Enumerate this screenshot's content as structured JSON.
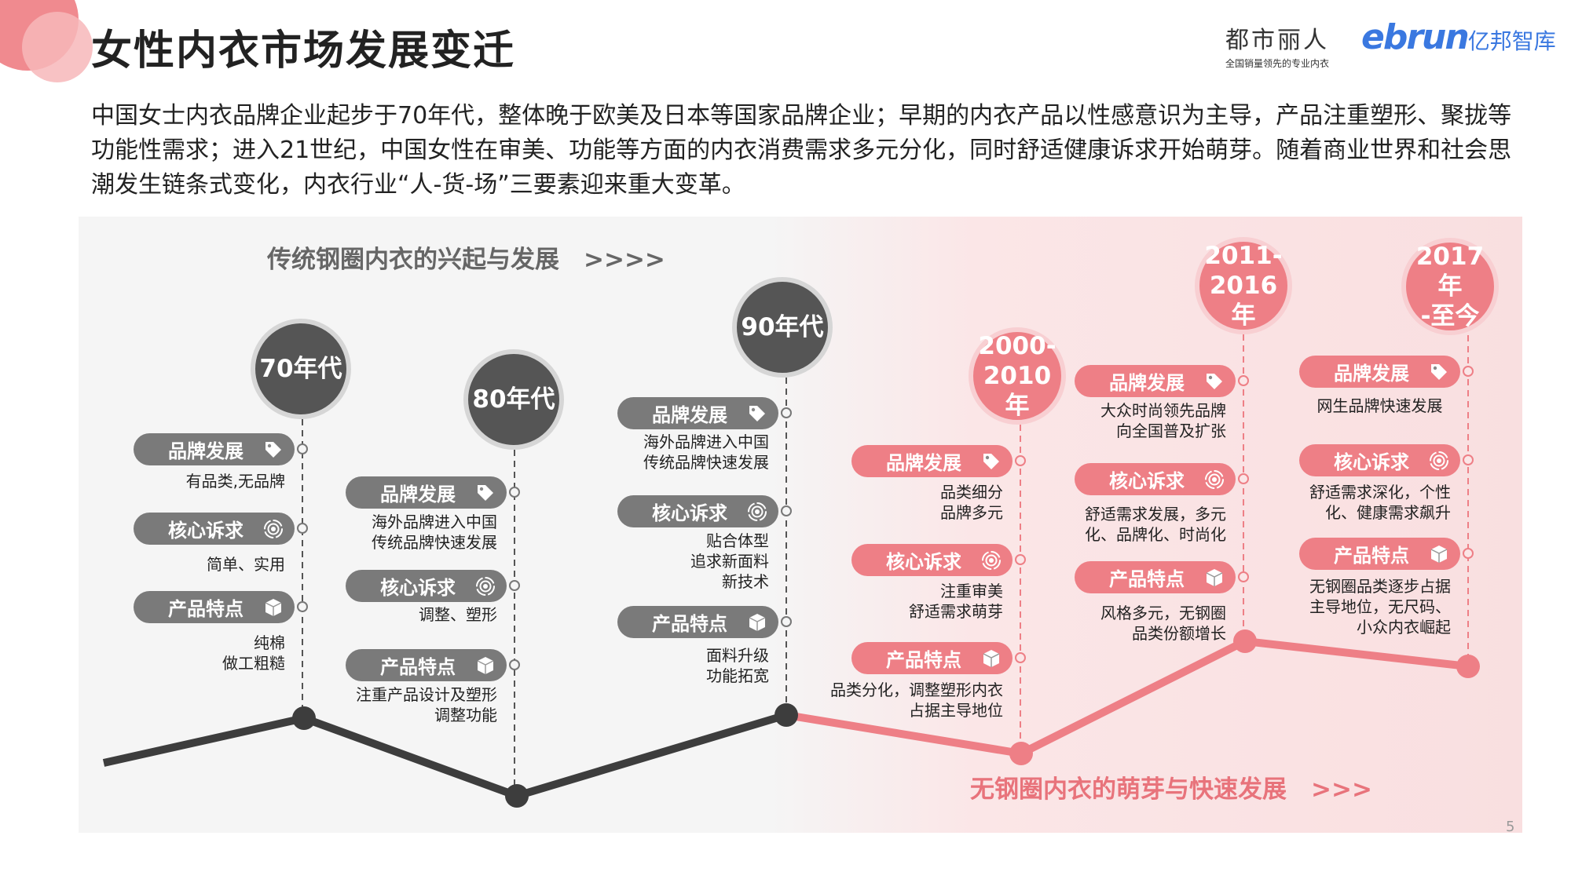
{
  "header": {
    "title": "女性内衣市场发展变迁",
    "logo_dushi": "都市丽人",
    "logo_dushi_tagline": "全国销量领先的专业内衣",
    "logo_ebrun": "ebrun",
    "logo_ebrun_cn": "亿邦智库"
  },
  "intro": "中国女士内衣品牌企业起步于70年代，整体晚于欧美及日本等国家品牌企业；早期的内衣产品以性感意识为主导，产品注重塑形、聚拢等功能性需求；进入21世纪，中国女性在审美、功能等方面的内衣消费需求多元分化，同时舒适健康诉求开始萌芽。随着商业世界和社会思潮发生链条式变化，内衣行业“人-货-场”三要素迎来重大变革。",
  "sections": {
    "traditional": "传统钢圈内衣的兴起与发展　>>>>",
    "wireless": "无钢圈内衣的萌芽与快速发展　>>>"
  },
  "page_number": "5",
  "colors": {
    "dark": "#555555",
    "pink": "#ee7f86",
    "line_dark": "#3d3d3d",
    "line_pink": "#ee7f86"
  },
  "eras": [
    {
      "label": "70年代",
      "theme": "dark",
      "items": [
        {
          "tag": "品牌发展",
          "icon": "tag-icon",
          "desc": [
            "有品类,无品牌"
          ]
        },
        {
          "tag": "核心诉求",
          "icon": "target-icon",
          "desc": [
            "简单、实用"
          ]
        },
        {
          "tag": "产品特点",
          "icon": "cube-icon",
          "desc": [
            "纯棉",
            "做工粗糙"
          ]
        }
      ]
    },
    {
      "label": "80年代",
      "theme": "dark",
      "items": [
        {
          "tag": "品牌发展",
          "icon": "tag-icon",
          "desc": [
            "海外品牌进入中国",
            "传统品牌快速发展"
          ]
        },
        {
          "tag": "核心诉求",
          "icon": "target-icon",
          "desc": [
            "调整、塑形"
          ]
        },
        {
          "tag": "产品特点",
          "icon": "cube-icon",
          "desc": [
            "注重产品设计及塑形",
            "调整功能"
          ]
        }
      ]
    },
    {
      "label": "90年代",
      "theme": "dark",
      "items": [
        {
          "tag": "品牌发展",
          "icon": "tag-icon",
          "desc": [
            "海外品牌进入中国",
            "传统品牌快速发展"
          ]
        },
        {
          "tag": "核心诉求",
          "icon": "target-icon",
          "desc": [
            "贴合体型",
            "追求新面料",
            "新技术"
          ]
        },
        {
          "tag": "产品特点",
          "icon": "cube-icon",
          "desc": [
            "面料升级",
            "功能拓宽"
          ]
        }
      ]
    },
    {
      "label": "2000-\n2010年",
      "theme": "pink",
      "items": [
        {
          "tag": "品牌发展",
          "icon": "tag-icon",
          "desc": [
            "品类细分",
            "品牌多元"
          ]
        },
        {
          "tag": "核心诉求",
          "icon": "target-icon",
          "desc": [
            "注重审美",
            "舒适需求萌芽"
          ]
        },
        {
          "tag": "产品特点",
          "icon": "cube-icon",
          "desc": [
            "品类分化，调整塑形内衣",
            "占据主导地位"
          ]
        }
      ]
    },
    {
      "label": "2011-\n2016年",
      "theme": "pink",
      "items": [
        {
          "tag": "品牌发展",
          "icon": "tag-icon",
          "desc": [
            "大众时尚领先品牌",
            "向全国普及扩张"
          ]
        },
        {
          "tag": "核心诉求",
          "icon": "target-icon",
          "desc": [
            "舒适需求发展，多元",
            "化、品牌化、时尚化"
          ]
        },
        {
          "tag": "产品特点",
          "icon": "cube-icon",
          "desc": [
            "风格多元，无钢圈",
            "品类份额增长"
          ]
        }
      ]
    },
    {
      "label": "2017年\n-至今",
      "theme": "pink",
      "items": [
        {
          "tag": "品牌发展",
          "icon": "tag-icon",
          "desc": [
            "网生品牌快速发展"
          ]
        },
        {
          "tag": "核心诉求",
          "icon": "target-icon",
          "desc": [
            "舒适需求深化，个性",
            "化、健康需求飙升"
          ]
        },
        {
          "tag": "产品特点",
          "icon": "cube-icon",
          "desc": [
            "无钢圈品类逐步占据",
            "主导地位，无尺码、",
            "小众内衣崛起"
          ]
        }
      ]
    }
  ]
}
